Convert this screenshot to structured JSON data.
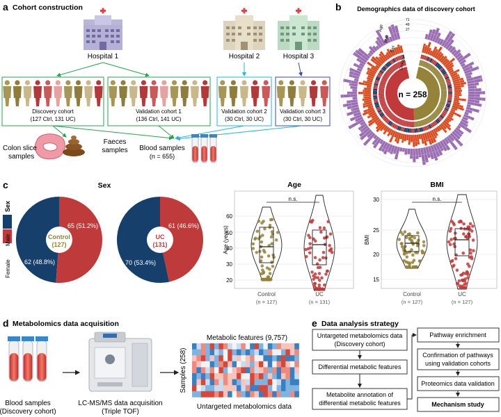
{
  "colors": {
    "control": "#948338",
    "uc": "#c0393b",
    "male": "#173f6b",
    "female": "#bf3a3b",
    "purple": "#9b6eb4",
    "orange": "#d84a20",
    "green_arrow": "#24a34f",
    "cyan_arrow": "#2fb3d8",
    "navy_arrow": "#3a4c95"
  },
  "panel_a": {
    "letter": "a",
    "title": "Cohort construction",
    "hospitals": [
      "Hospital 1",
      "Hospital 2",
      "Hospital 3"
    ],
    "cohorts": [
      {
        "name": "Discovery cohort",
        "counts": "(127 Ctrl, 131 UC)"
      },
      {
        "name": "Validation cohort 1",
        "counts": "(136 Ctrl, 141 UC)"
      },
      {
        "name": "Validation cohort 2",
        "counts": "(30 Ctrl, 30 UC)"
      },
      {
        "name": "Validation cohort 3",
        "counts": "(30 Ctrl, 30 UC)"
      }
    ],
    "colon": [
      "Colon slice",
      "samples"
    ],
    "faeces": [
      "Faeces",
      "samples"
    ],
    "blood": [
      "Blood samples",
      "(n = 655)"
    ]
  },
  "panel_b": {
    "letter": "b",
    "title": "Demographics data of discovery cohort",
    "center": "n = 258",
    "ring_labels": [
      "Group",
      "Sex",
      "BMI",
      "Age"
    ],
    "age_ticks": [
      "71",
      "49",
      "27"
    ]
  },
  "panel_c": {
    "letter": "c",
    "sex_title": "Sex",
    "legend_title": "Sex",
    "legend_items": [
      "Male",
      "Female"
    ],
    "pies": [
      {
        "label": "Control",
        "n": "(127)",
        "female": "65 (51.2%)",
        "male": "62 (48.8%)",
        "female_frac": 0.512
      },
      {
        "label": "UC",
        "n": "(131)",
        "female": "61 (46.6%)",
        "male": "70 (53.4%)",
        "female_frac": 0.466
      }
    ],
    "age": {
      "title": "Age",
      "ylabel": "Age (years)",
      "yticks": [
        "20",
        "30",
        "40",
        "50",
        "60"
      ],
      "sig": "n.s.",
      "groups": [
        {
          "name": "Control",
          "n": "(n = 127)"
        },
        {
          "name": "UC",
          "n": "(n = 131)"
        }
      ]
    },
    "bmi": {
      "title": "BMI",
      "ylabel": "BMI",
      "yticks": [
        "15",
        "20",
        "25",
        "30"
      ],
      "sig": "n.s.",
      "groups": [
        {
          "name": "Control",
          "n": "(n = 127)"
        },
        {
          "name": "UC",
          "n": "(n = 127)"
        }
      ]
    }
  },
  "panel_d": {
    "letter": "d",
    "title": "Metabolomics data acquisition",
    "blood": [
      "Blood samples",
      "(Discovery cohort)"
    ],
    "instrument": [
      "LC-MS/MS data acquisition",
      "(Triple TOF)"
    ],
    "features": "Metabolic features (9,757)",
    "samples": "Samples (258)",
    "heatmap_caption": "Untargeted metabolomics data"
  },
  "panel_e": {
    "letter": "e",
    "title": "Data analysis strategy",
    "left_steps": [
      [
        "Untargeted metabolomics data",
        "(Discovery cohort)"
      ],
      [
        "Differential metabolic features"
      ],
      [
        "Metabolite annotation of",
        "differential metabolic features"
      ]
    ],
    "right_steps": [
      [
        "Pathway enrichment"
      ],
      [
        "Confirmation of pathways",
        "using validation cohorts"
      ],
      [
        "Proteomics data validation"
      ],
      [
        "Mechanism study"
      ]
    ]
  }
}
